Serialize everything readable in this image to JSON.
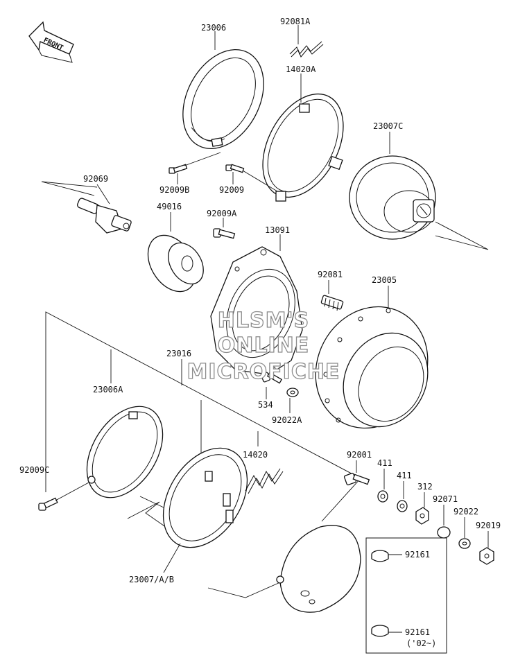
{
  "direction_arrow": {
    "label": "FRONT"
  },
  "part_labels": {
    "p23006": "23006",
    "p92081A": "92081A",
    "p14020A": "14020A",
    "p23007C": "23007C",
    "p92069": "92069",
    "p92009B": "92009B",
    "p92009": "92009",
    "p49016": "49016",
    "p92009A": "92009A",
    "p13091": "13091",
    "p92081": "92081",
    "p23005": "23005",
    "p23016": "23016",
    "p23006A": "23006A",
    "p534": "534",
    "p92022A": "92022A",
    "p92009C": "92009C",
    "p14020": "14020",
    "p92001": "92001",
    "p411a": "411",
    "p411b": "411",
    "p312": "312",
    "p92071": "92071",
    "p92022": "92022",
    "p92019": "92019",
    "p92161a": "92161",
    "p92161b": "92161",
    "p92161b_note": "('02~)",
    "p23007AB": "23007/A/B"
  },
  "watermark": {
    "line1": "HLSM'S",
    "line2": "ONLINE",
    "line3": "MICROFICHE"
  }
}
